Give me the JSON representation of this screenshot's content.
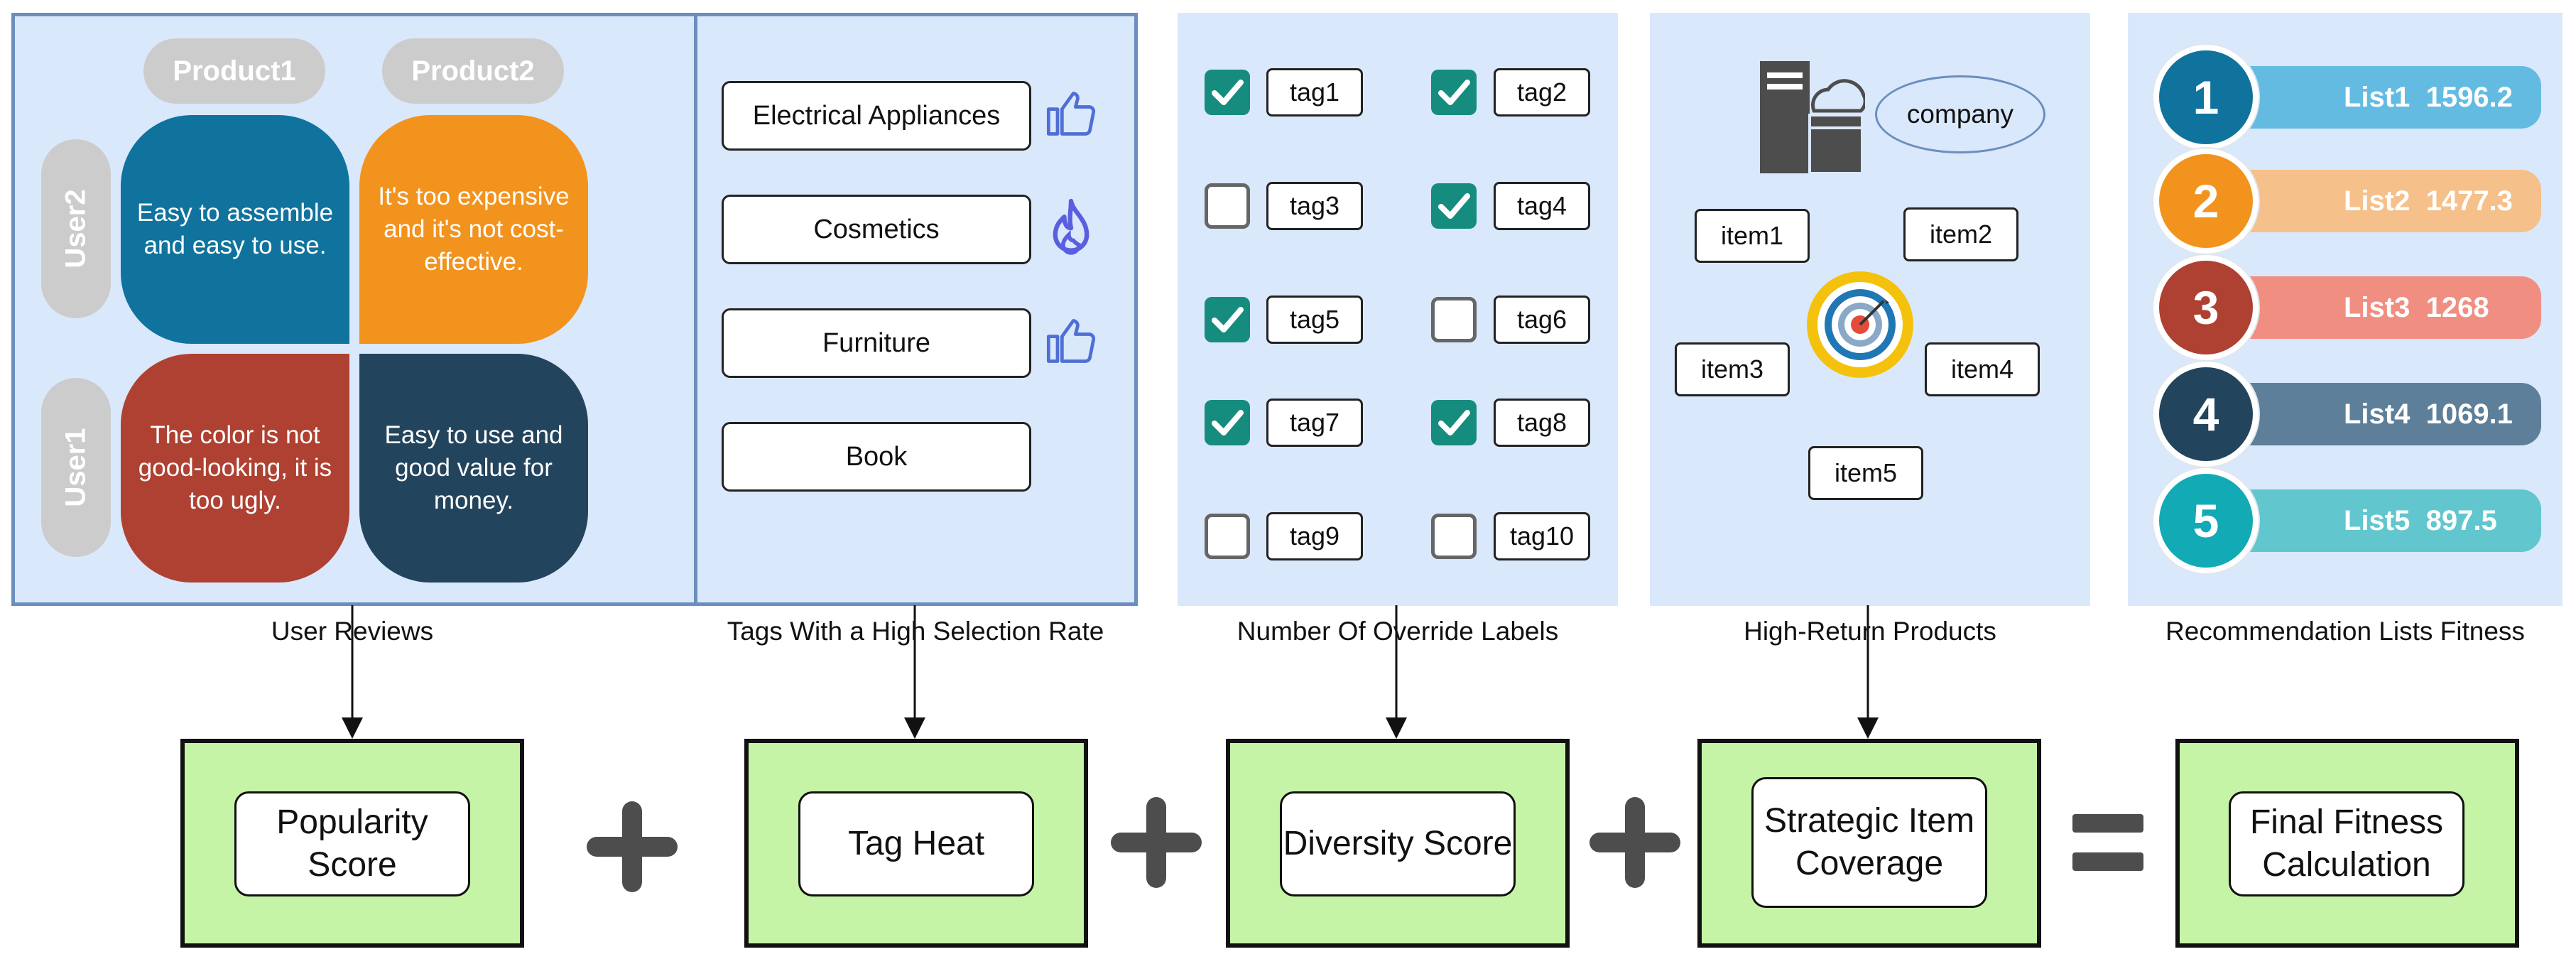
{
  "reviews": {
    "products": [
      "Product1",
      "Product2"
    ],
    "users": [
      "User2",
      "User1"
    ],
    "quadrants": [
      {
        "text": "Easy to assemble and easy to use.",
        "color": "#10739e"
      },
      {
        "text": "It's too expensive and it's not cost-effective.",
        "color": "#f2931e"
      },
      {
        "text": "The color is not good-looking, it is too ugly.",
        "color": "#ae4132"
      },
      {
        "text": "Easy to use and good value for money.",
        "color": "#23445d"
      }
    ],
    "caption": "User Reviews"
  },
  "tag_heat": {
    "items": [
      {
        "label": "Electrical Appliances",
        "icon": "thumbs-up-icon"
      },
      {
        "label": "Cosmetics",
        "icon": "fire-icon"
      },
      {
        "label": "Furniture",
        "icon": "thumbs-up-icon"
      },
      {
        "label": "Book",
        "icon": ""
      }
    ],
    "caption": "Tags With a High Selection Rate"
  },
  "labels": {
    "tags": [
      {
        "label": "tag1",
        "checked": true
      },
      {
        "label": "tag2",
        "checked": true
      },
      {
        "label": "tag3",
        "checked": false
      },
      {
        "label": "tag4",
        "checked": true
      },
      {
        "label": "tag5",
        "checked": true
      },
      {
        "label": "tag6",
        "checked": false
      },
      {
        "label": "tag7",
        "checked": true
      },
      {
        "label": "tag8",
        "checked": true
      },
      {
        "label": "tag9",
        "checked": false
      },
      {
        "label": "tag10",
        "checked": false
      }
    ],
    "caption": "Number Of Override Labels"
  },
  "products": {
    "company": "company",
    "items": [
      "item1",
      "item2",
      "item3",
      "item4",
      "item5"
    ],
    "caption": "High-Return Products"
  },
  "lists": {
    "entries": [
      {
        "rank": "1",
        "label": "List1  1596.2",
        "circle": "#10739e",
        "bar": "#64bbe2"
      },
      {
        "rank": "2",
        "label": "List2  1477.3",
        "circle": "#f2931e",
        "bar": "#f5c08a"
      },
      {
        "rank": "3",
        "label": "List3  1268",
        "circle": "#ae4132",
        "bar": "#f08e81"
      },
      {
        "rank": "4",
        "label": "List4  1069.1",
        "circle": "#23445d",
        "bar": "#5d7f99"
      },
      {
        "rank": "5",
        "label": "List5  897.5",
        "circle": "#12aab5",
        "bar": "#61c6ce"
      }
    ],
    "caption": "Recommendation Lists Fitness"
  },
  "formula": {
    "terms": [
      "Popularity Score",
      "Tag Heat",
      "Diversity Score",
      "Strategic Item Coverage",
      "Final Fitness Calculation"
    ],
    "operators": [
      "+",
      "+",
      "+",
      "="
    ]
  },
  "colors": {
    "panel_bg": "#dae8fc",
    "panel_border": "#6c8ebf",
    "formula_bg": "#c6f4a6",
    "check": "#168c7e",
    "operator": "#4d4d4d"
  }
}
